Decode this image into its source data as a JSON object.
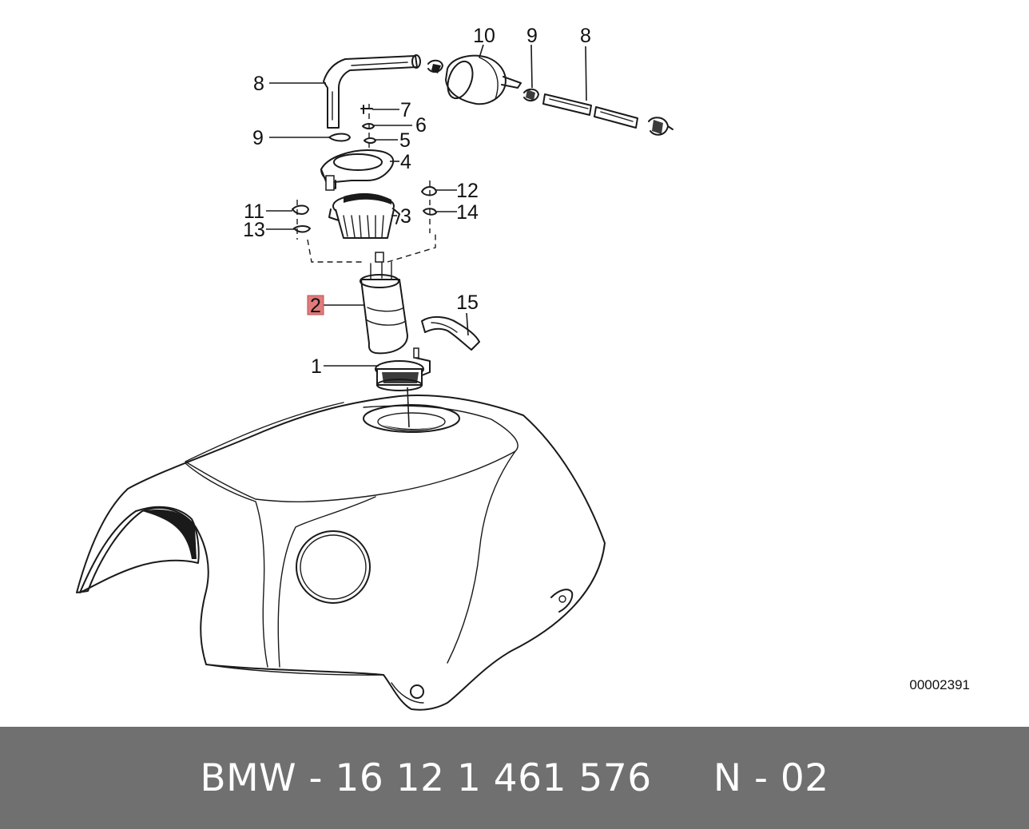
{
  "callouts": {
    "c10": "10",
    "c9a": "9",
    "c8a": "8",
    "c8b": "8",
    "c7": "7",
    "c6": "6",
    "c9b": "9",
    "c5": "5",
    "c4": "4",
    "c12": "12",
    "c11": "11",
    "c3": "3",
    "c14": "14",
    "c13": "13",
    "c2": "2",
    "c15": "15",
    "c1": "1"
  },
  "highlight_color": "#e07b7b",
  "reference_number": "00002391",
  "footer": {
    "text": "BMW - 16 12 1 461 576     N - 02",
    "background": "#707070"
  }
}
